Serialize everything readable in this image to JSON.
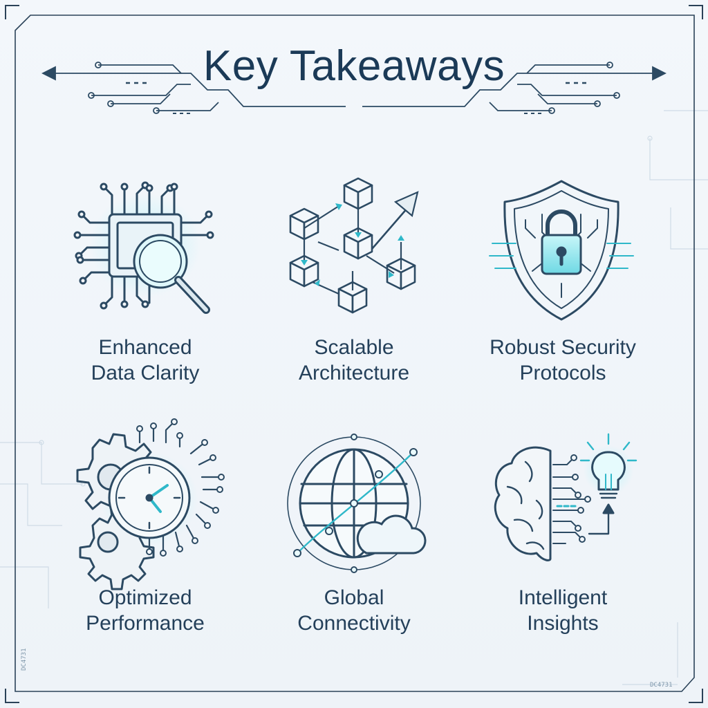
{
  "title": "Key Takeaways",
  "items": [
    {
      "line1": "Enhanced",
      "line2": "Data Clarity",
      "icon": "chip-magnifier-icon"
    },
    {
      "line1": "Scalable",
      "line2": "Architecture",
      "icon": "cube-network-icon"
    },
    {
      "line1": "Robust Security",
      "line2": "Protocols",
      "icon": "shield-lock-icon"
    },
    {
      "line1": "Optimized",
      "line2": "Performance",
      "icon": "gear-clock-icon"
    },
    {
      "line1": "Global",
      "line2": "Connectivity",
      "icon": "globe-cloud-icon"
    },
    {
      "line1": "Intelligent",
      "line2": "Insights",
      "icon": "brain-bulb-icon"
    }
  ],
  "codes": {
    "left": "DC4731",
    "right": "DC4731"
  },
  "colors": {
    "stroke": "#2c4a63",
    "accent": "#2fb8c9",
    "glow": "#a6ecf3",
    "frame": "#2a4258"
  }
}
